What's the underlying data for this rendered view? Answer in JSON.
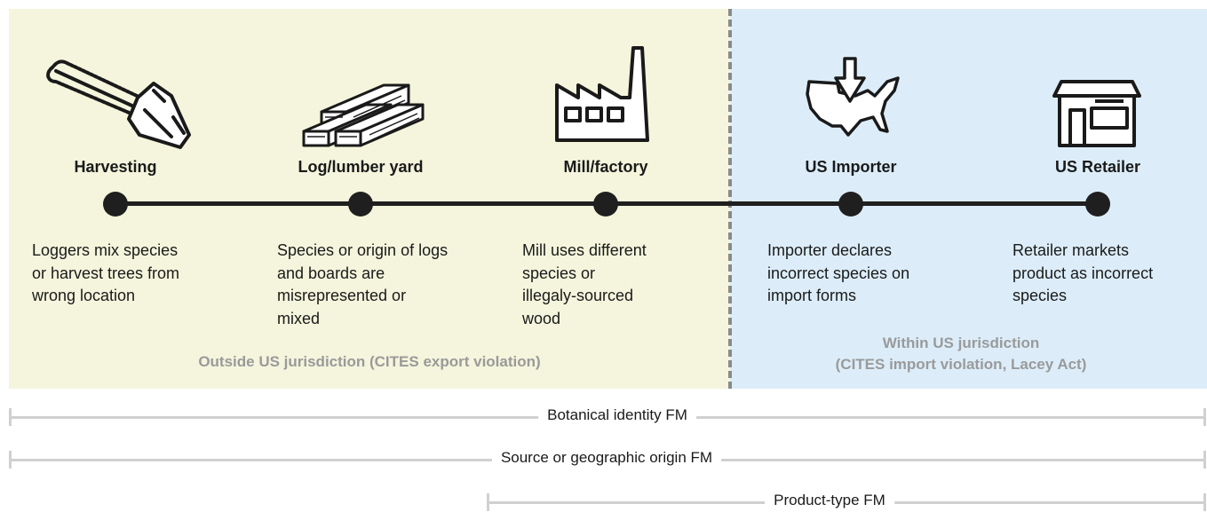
{
  "stages": [
    {
      "label": "Harvesting",
      "icon": "chainsaw-icon",
      "description": "Loggers mix species\nor harvest trees from\nwrong location"
    },
    {
      "label": "Log/lumber yard",
      "icon": "lumber-stack-icon",
      "description": "Species or origin of logs\nand boards are\nmisrepresented or\nmixed"
    },
    {
      "label": "Mill/factory",
      "icon": "factory-icon",
      "description": "Mill uses different\nspecies or\nillegaly-sourced\nwood"
    },
    {
      "label": "US Importer",
      "icon": "us-map-import-icon",
      "description": "Importer declares\nincorrect species on\nimport forms"
    },
    {
      "label": "US Retailer",
      "icon": "store-icon",
      "description": "Retailer markets\nproduct as incorrect\nspecies"
    }
  ],
  "jurisdictions": {
    "outside": "Outside US jurisdiction (CITES export violation)",
    "within": "Within US jurisdiction\n(CITES import violation, Lacey Act)"
  },
  "ranges": [
    {
      "label": "Botanical identity FM"
    },
    {
      "label": "Source or geographic origin FM"
    },
    {
      "label": "Product-type FM"
    }
  ],
  "colors": {
    "outside_bg": "#f4f5dc",
    "within_bg": "#dcedf9",
    "timeline": "#1f1f1f",
    "jurisdiction_text": "#9a9a9a",
    "range_line": "#d0d0d0"
  }
}
